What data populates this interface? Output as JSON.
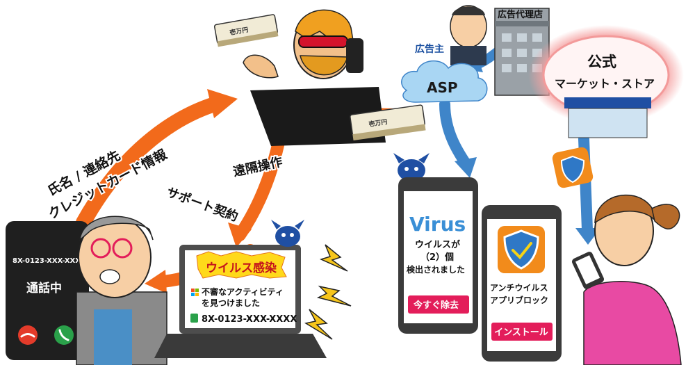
{
  "labels": {
    "personal_info_line1": "氏名 / 連絡先",
    "personal_info_line2": "クレジットカード情報",
    "remote_operation": "遠隔操作",
    "support_contract": "サポート契約",
    "advertiser": "広告主",
    "ad_agency": "広告代理店",
    "asp": "ASP",
    "official_store_line1": "公式",
    "official_store_line2": "マーケット・ストア"
  },
  "phone_call": {
    "number": "8X-0123-XXX-XXXX",
    "status": "通話中"
  },
  "laptop_popup": {
    "title": "ウイルス感染",
    "message_line1": "不審なアクティビティ",
    "message_line2": "を見つけました",
    "phone": "8X-0123-XXX-XXXX"
  },
  "virus_phone": {
    "brand": "Virus",
    "line1": "ウイルスが",
    "line2": "（2）個",
    "line3": "検出されました",
    "button": "今すぐ除去"
  },
  "antivirus_phone": {
    "line1": "アンチウイルス",
    "line2": "アプリブロック",
    "button": "インストール"
  },
  "money_label": "壱万円",
  "colors": {
    "arrow_orange": "#f26a1b",
    "arrow_yellow": "#f6d316",
    "flow_blue": "#3f85c9",
    "alert_red": "#e31d5a",
    "phone_green": "#2aa14a"
  }
}
